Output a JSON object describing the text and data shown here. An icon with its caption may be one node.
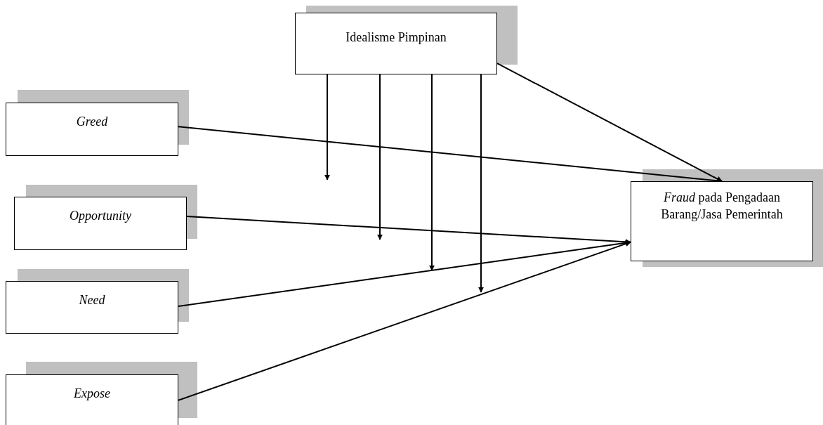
{
  "diagram": {
    "nodes": [
      {
        "text": [
          "Idealisme Pimpinan"
        ]
      },
      {
        "text": [
          "Greed"
        ]
      },
      {
        "text": [
          "Opportunity"
        ]
      },
      {
        "text": [
          "Need"
        ]
      },
      {
        "text": [
          "Expose"
        ]
      },
      {
        "text": [
          "*Fraud* pada Pengadaan Barang/Jasa Pemerintah"
        ]
      }
    ],
    "edges": [
      {
        "from": 1,
        "to": 5,
        "arrow": "to"
      },
      {
        "from": 2,
        "to": 5,
        "arrow": "to"
      },
      {
        "from": 3,
        "to": 5,
        "arrow": "to"
      },
      {
        "from": 4,
        "to": 5,
        "arrow": "to"
      },
      {
        "from": 0,
        "to": 5,
        "arrow": "to"
      },
      {
        "from": 0,
        "to": null,
        "arrow": "to"
      },
      {
        "from": 0,
        "to": null,
        "arrow": "to"
      },
      {
        "from": 0,
        "to": null,
        "arrow": "to"
      },
      {
        "from": 0,
        "to": null,
        "arrow": "to"
      }
    ]
  }
}
